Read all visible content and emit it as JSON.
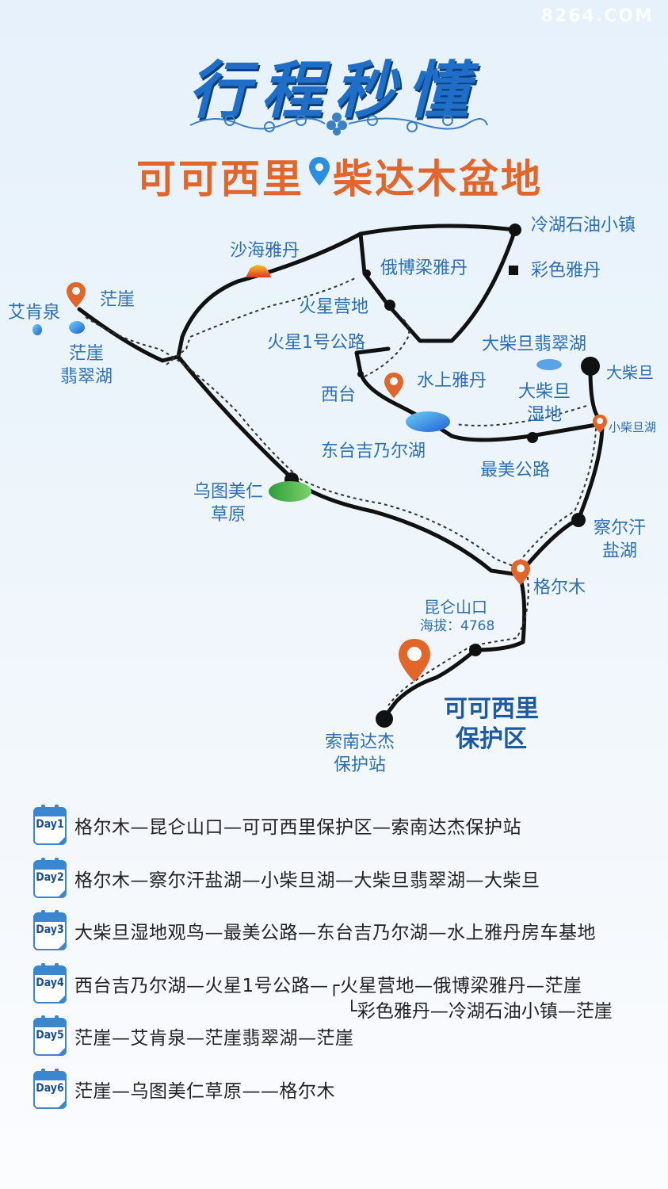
{
  "header": {
    "watermark": "8264.COM",
    "title": "行程秒懂",
    "subtitle_left": "可可西里",
    "subtitle_right": "柴达木盆地"
  },
  "colors": {
    "title_blue": "#1f6fc8",
    "subtitle_orange": "#e2652a",
    "label_blue": "#2c6fb5",
    "route_black": "#111111",
    "pin_orange": "#e2652a"
  },
  "map": {
    "labels": {
      "lenghu": "冷湖石油小镇",
      "caise": "彩色雅丹",
      "shahai": "沙海雅丹",
      "ebo": "俄博梁雅丹",
      "mangya": "茫崖",
      "aikenquan": "艾肯泉",
      "mangya_lake_1": "茫崖",
      "mangya_lake_2": "翡翠湖",
      "huoxing_camp": "火星营地",
      "huoxing_road": "火星1号公路",
      "dachaidan_lake": "大柴旦翡翠湖",
      "dachaidan": "大柴旦",
      "xitai": "西台",
      "shuishang": "水上雅丹",
      "wetland_1": "大柴旦",
      "wetland_2": "湿地",
      "xiaochaidan": "小柴旦湖",
      "dongtai": "东台吉乃尔湖",
      "zuimei": "最美公路",
      "wutu_1": "乌图美仁",
      "wutu_2": "草原",
      "chaerhan_1": "察尔汗",
      "chaerhan_2": "盐湖",
      "geermu": "格尔木",
      "kunlun": "昆仑山口",
      "altitude": "海拔：4768",
      "kekexili_1": "可可西里",
      "kekexili_2": "保护区",
      "suonan_1": "索南达杰",
      "suonan_2": "保护站"
    },
    "icons": [
      "location-pin-icon",
      "lake-icon",
      "grassland-icon",
      "yardang-icon"
    ]
  },
  "itinerary": [
    {
      "day": "Day1",
      "route": "格尔木—昆仑山口—可可西里保护区—索南达杰保护站"
    },
    {
      "day": "Day2",
      "route": "格尔木—察尔汗盐湖—小柴旦湖—大柴旦翡翠湖—大柴旦"
    },
    {
      "day": "Day3",
      "route": "大柴旦湿地观鸟—最美公路—东台吉乃尔湖—水上雅丹房车基地"
    },
    {
      "day": "Day4",
      "route": "西台吉乃尔湖—火星1号公路—┌火星营地—俄博梁雅丹—茫崖",
      "route_alt": "└彩色雅丹—冷湖石油小镇—茫崖"
    },
    {
      "day": "Day5",
      "route": "茫崖—艾肯泉—茫崖翡翠湖—茫崖"
    },
    {
      "day": "Day6",
      "route": "茫崖—乌图美仁草原——格尔木"
    }
  ]
}
